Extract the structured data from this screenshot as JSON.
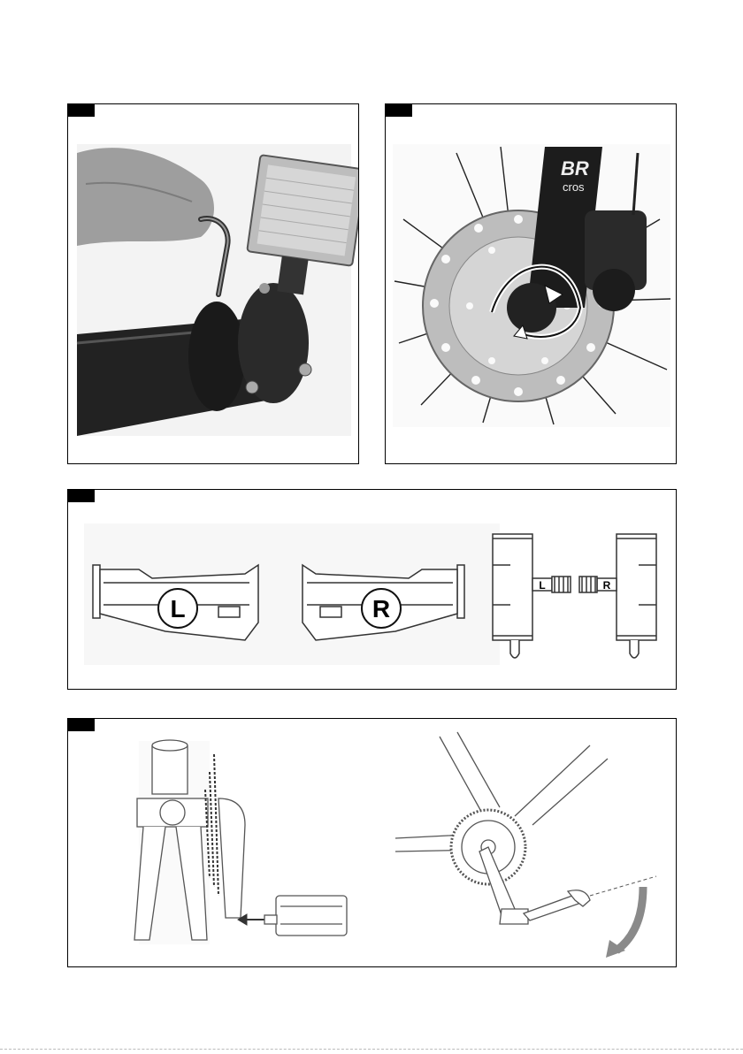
{
  "figures": [
    {
      "id": "fig1",
      "subject": "reflector-clamp-hex-key"
    },
    {
      "id": "fig2",
      "subject": "disc-brake-quick-release"
    },
    {
      "id": "fig3",
      "subject": "pedal-left-right-marking",
      "labels": [
        "L",
        "R",
        "L",
        "R"
      ]
    },
    {
      "id": "fig4",
      "subject": "pedal-installation-wrench"
    }
  ],
  "brand_fragment": "BR",
  "brand_fragment_2": "cros",
  "colors": {
    "frame": "#000000",
    "line": "#333333",
    "photo_dark": "#1c1c1c",
    "photo_mid": "#777777",
    "arrow": "#8a8a8a"
  }
}
